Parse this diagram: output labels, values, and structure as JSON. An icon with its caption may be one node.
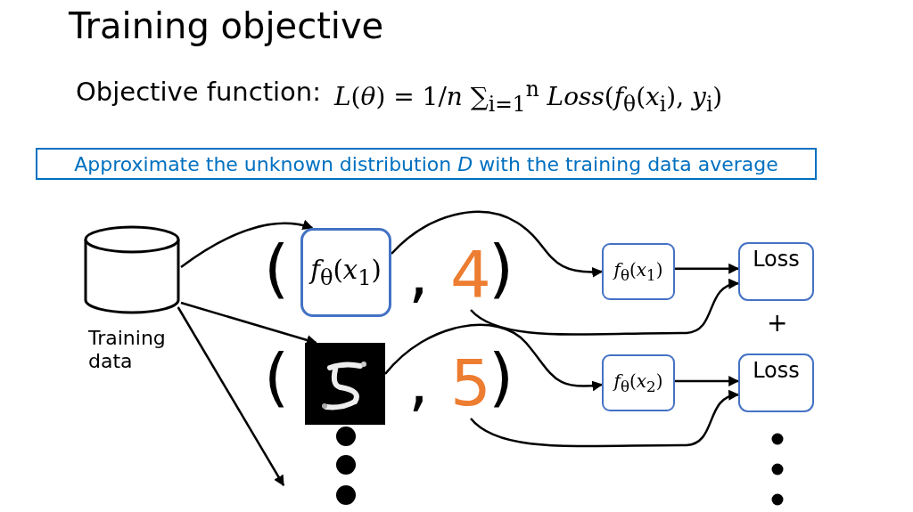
{
  "diagram": {
    "title": "Training objective",
    "nodes": [
      {
        "text": [
          "Approximate the unknown distribution *D* with the training data average"
        ]
      },
      {
        "text": [],
        "shape": "cylinder",
        "beside": [
          "Training data"
        ]
      },
      {
        "text": [
          "*f*$_{θ}$(*x*$_{1}$)"
        ]
      },
      {
        "text": [
          "4"
        ]
      },
      {
        "text": [],
        "shape": "picture"
      },
      {
        "text": [
          "5"
        ]
      },
      {
        "text": [
          "*f*$_{θ}$(*x*$_{1}$)"
        ]
      },
      {
        "text": [
          "Loss"
        ]
      },
      {
        "text": [
          "*f*$_{θ}$(*x*$_{2}$)"
        ]
      },
      {
        "text": [
          "Loss"
        ]
      }
    ],
    "edges": [
      {
        "from": 1,
        "to": 2,
        "arrow": "to"
      },
      {
        "from": 1,
        "to": 4,
        "arrow": "to"
      },
      {
        "from": 1,
        "to": null,
        "arrow": "to"
      },
      {
        "from": 2,
        "to": 6,
        "arrow": "to"
      },
      {
        "from": 3,
        "to": 7,
        "arrow": "to"
      },
      {
        "from": 6,
        "to": 7,
        "arrow": "to"
      },
      {
        "from": 4,
        "to": 8,
        "arrow": "to"
      },
      {
        "from": 5,
        "to": 9,
        "arrow": "to"
      },
      {
        "from": 8,
        "to": 9,
        "arrow": "to"
      }
    ],
    "labels": [
      "Objective function:",
      "*L*(*θ*) = 1/*n* ∑$_{i=1}$$^{n}$ *Loss*(*f*$_{θ}$(*x*$_{i}$), *y*$_{i}$)",
      "(",
      ",",
      ")",
      "+",
      "(",
      ",",
      ")"
    ]
  }
}
